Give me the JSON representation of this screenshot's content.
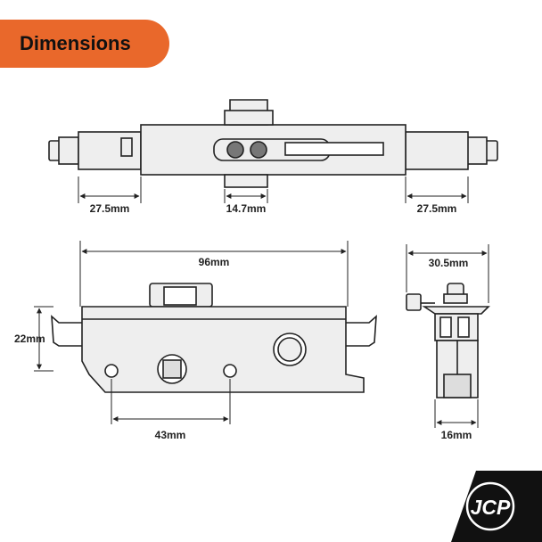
{
  "header": {
    "title": "Dimensions"
  },
  "top_view": {
    "left_end_label": "27.5mm",
    "center_label": "14.7mm",
    "right_end_label": "27.5mm"
  },
  "side_view": {
    "length_label": "96mm",
    "height_label": "22mm",
    "hole_spacing_label": "43mm"
  },
  "end_view": {
    "width_label": "30.5mm",
    "depth_label": "16mm"
  },
  "brand": {
    "logo_text": "JCP"
  },
  "colors": {
    "accent": "#e9682b",
    "line": "#222222",
    "part_fill": "#eeeeee"
  }
}
